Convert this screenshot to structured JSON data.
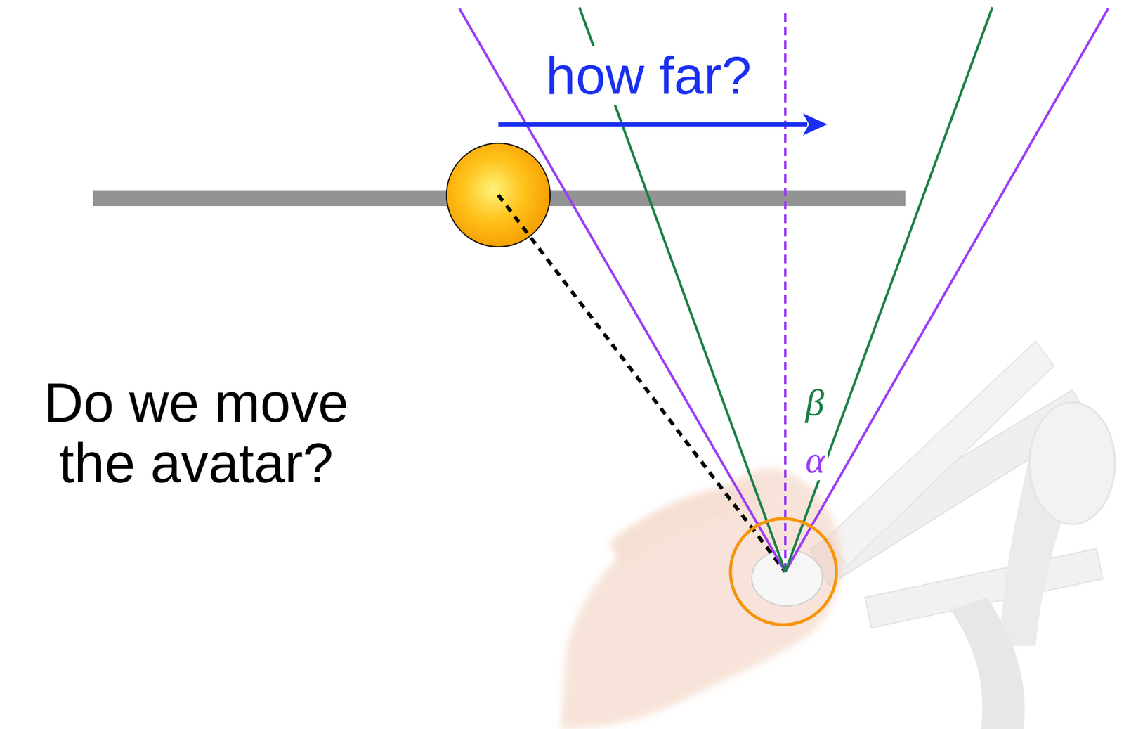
{
  "diagram": {
    "labels": [
      "how far?",
      "Do we move the avatar?",
      "β",
      "α"
    ]
  }
}
